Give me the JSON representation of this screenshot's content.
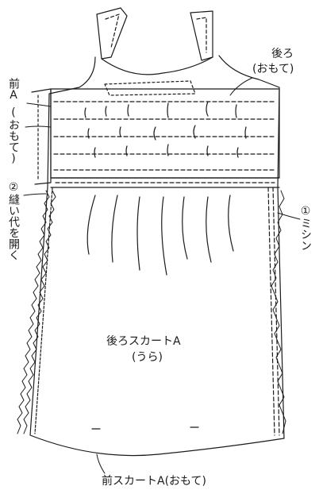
{
  "labels": {
    "back_right": "後ろ",
    "back_right_sub": "(おもて)",
    "front_a": "前A",
    "front_a_sub": "(おもて)",
    "open_seam": "②縫い代を開く",
    "machine_stitch": "①ミシン",
    "back_skirt": "後ろスカートA",
    "back_skirt_sub": "(うら)",
    "front_skirt_bottom": "前スカートA(おもて)"
  },
  "colors": {
    "ink": "#1a1a1a",
    "paper": "#ffffff"
  }
}
